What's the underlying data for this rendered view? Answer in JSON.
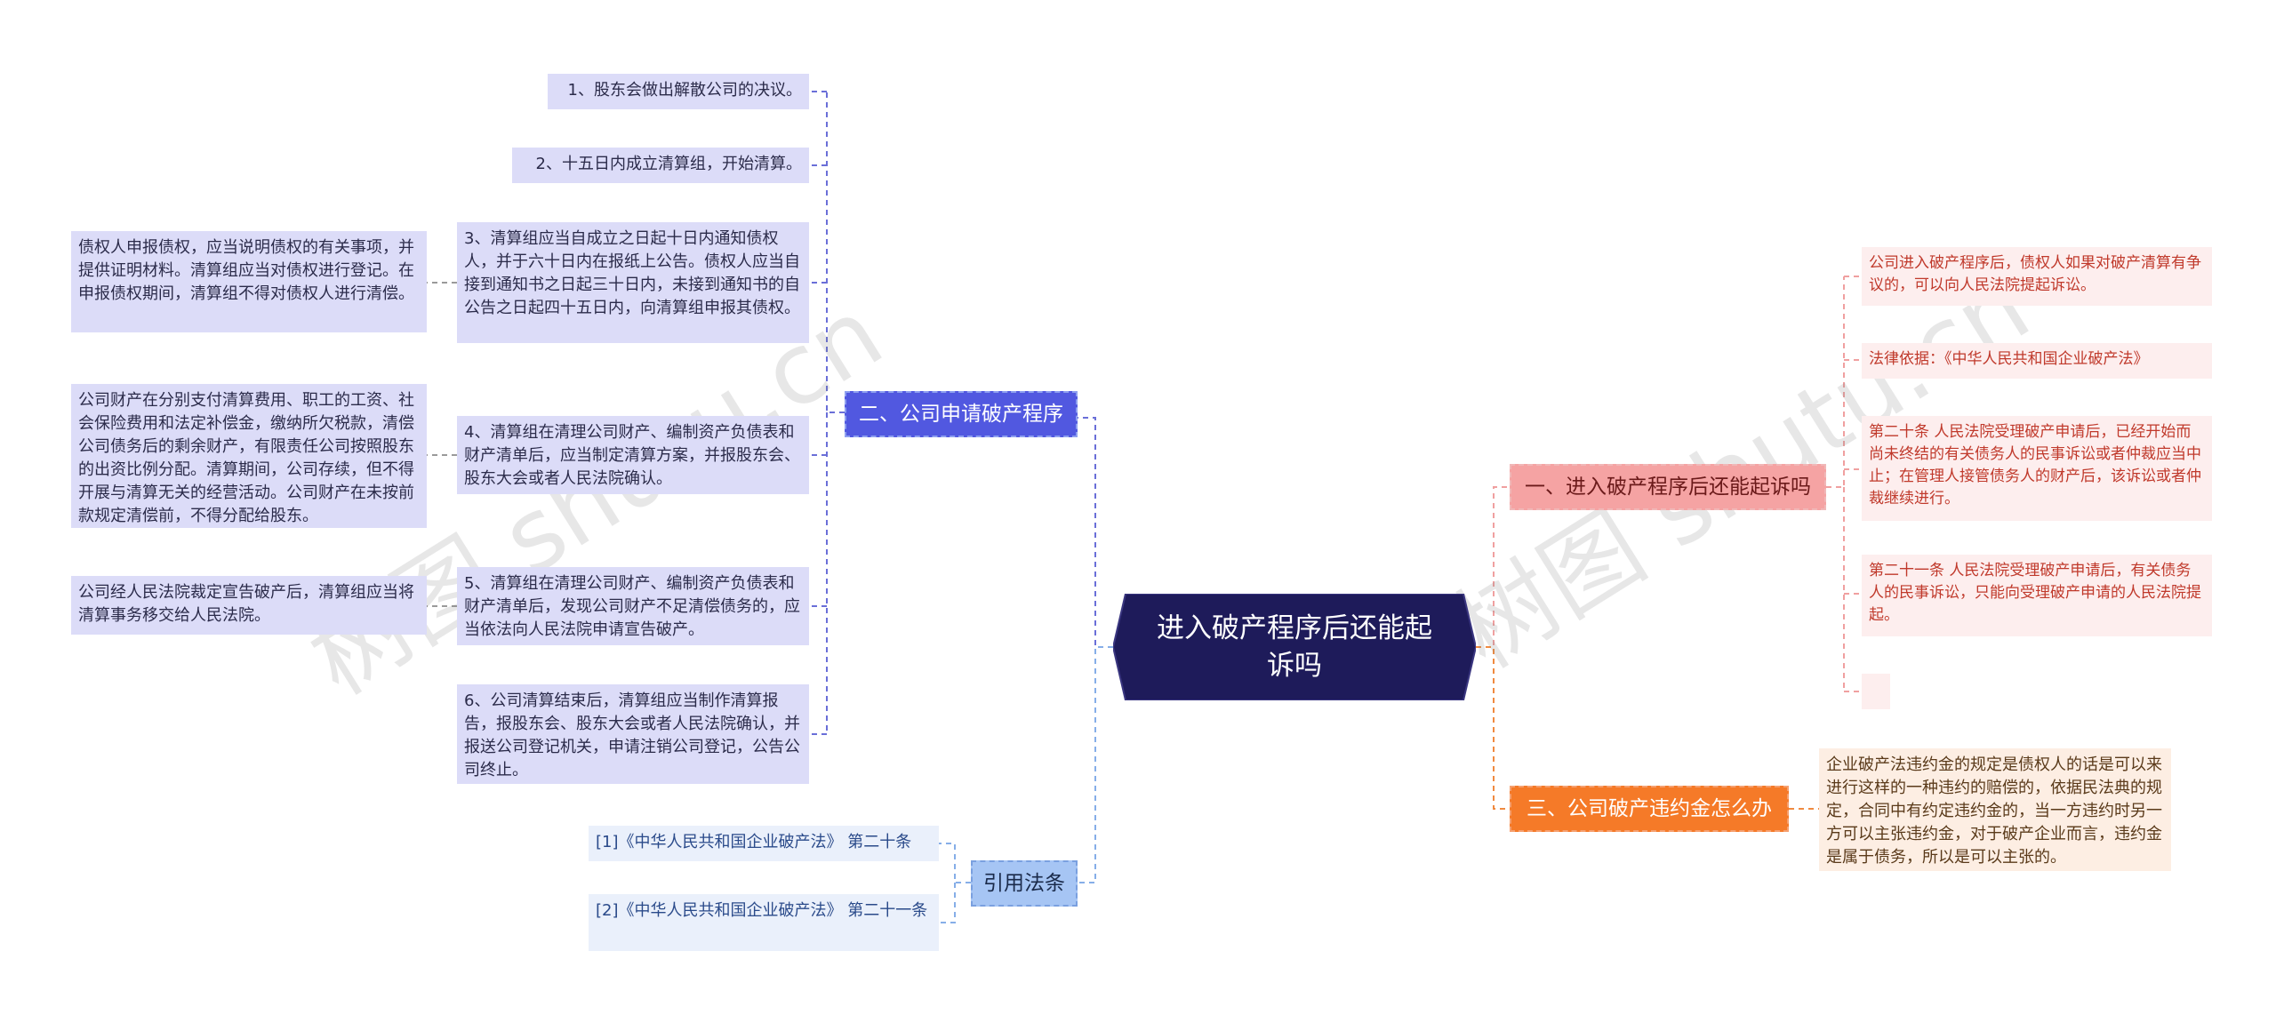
{
  "root": {
    "title": "进入破产程序后还能起诉吗"
  },
  "branches": {
    "b1": {
      "label": "一、进入破产程序后还能起诉吗"
    },
    "b2": {
      "label": "二、公司申请破产程序"
    },
    "b3": {
      "label": "三、公司破产违约金怎么办"
    },
    "b4": {
      "label": "引用法条"
    }
  },
  "b1_leaves": [
    "公司进入破产程序后，债权人如果对破产清算有争议的，可以向人民法院提起诉讼。",
    "法律依据：《中华人民共和国企业破产法》",
    "第二十条 人民法院受理破产申请后，已经开始而尚未终结的有关债务人的民事诉讼或者仲裁应当中止；在管理人接管债务人的财产后，该诉讼或者仲裁继续进行。",
    "第二十一条 人民法院受理破产申请后，有关债务人的民事诉讼，只能向受理破产申请的人民法院提起。",
    ""
  ],
  "b2_steps": [
    "1、股东会做出解散公司的决议。",
    "2、十五日内成立清算组，开始清算。",
    "3、清算组应当自成立之日起十日内通知债权人，并于六十日内在报纸上公告。债权人应当自接到通知书之日起三十日内，未接到通知书的自公告之日起四十五日内，向清算组申报其债权。",
    "4、清算组在清理公司财产、编制资产负债表和财产清单后，应当制定清算方案，并报股东会、股东大会或者人民法院确认。",
    "5、清算组在清理公司财产、编制资产负债表和财产清单后，发现公司财产不足清偿债务的，应当依法向人民法院申请宣告破产。",
    "6、公司清算结束后，清算组应当制作清算报告，报股东会、股东大会或者人民法院确认，并报送公司登记机关，申请注销公司登记，公告公司终止。"
  ],
  "b2_sub": [
    "债权人申报债权，应当说明债权的有关事项，并提供证明材料。清算组应当对债权进行登记。在申报债权期间，清算组不得对债权人进行清偿。",
    "公司财产在分别支付清算费用、职工的工资、社会保险费用和法定补偿金，缴纳所欠税款，清偿公司债务后的剩余财产，有限责任公司按照股东的出资比例分配。清算期间，公司存续，但不得开展与清算无关的经营活动。公司财产在未按前款规定清偿前，不得分配给股东。",
    "公司经人民法院裁定宣告破产后，清算组应当将清算事务移交给人民法院。"
  ],
  "b3_leaf": "企业破产法违约金的规定是债权人的话是可以来进行这样的一种违约的赔偿的，依据民法典的规定，合同中有约定违约金的，当一方违约时另一方可以主张违约金，对于破产企业而言，违约金是属于债务，所以是可以主张的。",
  "refs": [
    "[1]《中华人民共和国企业破产法》 第二十条",
    "[2]《中华人民共和国企业破产法》 第二十一条"
  ],
  "watermarks": [
    "树图 shutu.cn",
    "树图 shutu.cn"
  ],
  "colors": {
    "root": "#1e1b5a",
    "b2": "#5158e0",
    "b1": "#f5a3a3",
    "b3": "#f57a28",
    "b4": "#a6c5f4"
  }
}
